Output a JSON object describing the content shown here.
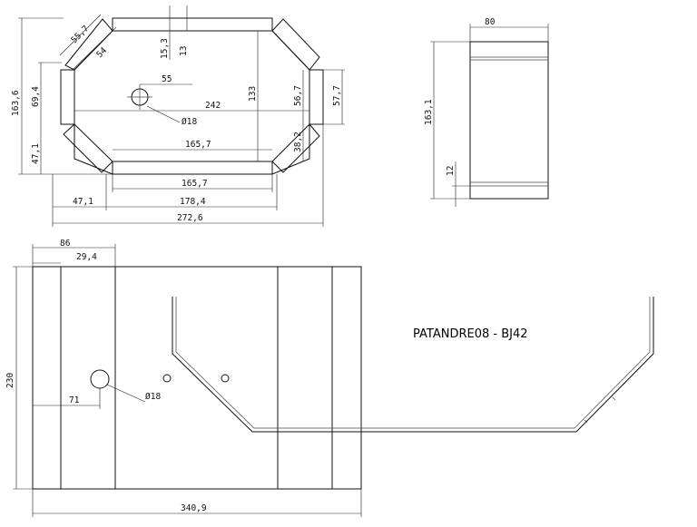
{
  "title": "PATANDRE08 - BJ42",
  "dims": {
    "d55_7": "55,7",
    "d54": "54",
    "d15_3": "15,3",
    "d13": "13",
    "d55": "55",
    "d163_6": "163,6",
    "d69_4": "69,4",
    "d242": "242",
    "d133": "133",
    "d56_7": "56,7",
    "d57_7": "57,7",
    "d18_top": "Ø18",
    "d47_1_v": "47,1",
    "d165_7_a": "165,7",
    "d38_2": "38,2",
    "d165_7_b": "165,7",
    "d47_1_h": "47,1",
    "d178_4": "178,4",
    "d272_6": "272,6",
    "d80": "80",
    "d163_1": "163,1",
    "d12": "12",
    "d86": "86",
    "d29_4": "29,4",
    "d230": "230",
    "d71": "71",
    "d18_bottom": "Ø18",
    "d340_9": "340,9"
  }
}
